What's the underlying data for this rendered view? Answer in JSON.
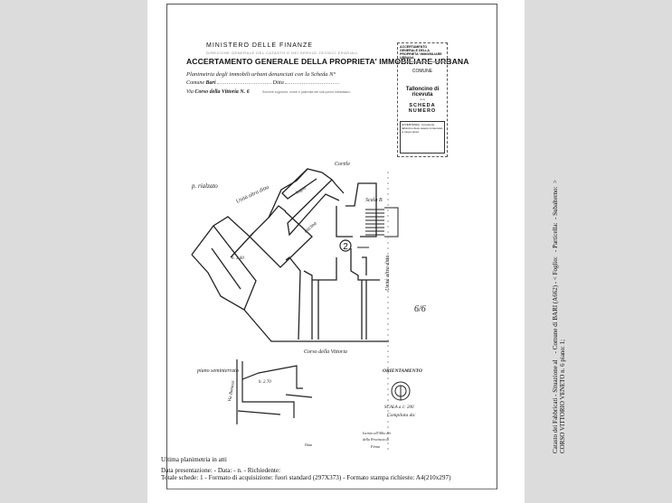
{
  "header": {
    "ministry": "MINISTERO DELLE FINANZE",
    "ministry_sub": "DIREZIONE GENERALE DEL CATASTO E DEI SERVIZI TECNICI ERARIALI",
    "title": "ACCERTAMENTO GENERALE DELLA PROPRIETA' IMMOBILIARE URBANA",
    "planimetry": "Planimetria degli immobili urbani denunciati con la Scheda N°",
    "comune_label": "Comune",
    "comune_value": "Bari",
    "ditta_label": "Ditta",
    "via_label": "Via",
    "via_value": "Corso della Vittoria N. 6",
    "note": "Scrivere cognome, nome e paternità del solo primo intestatario"
  },
  "stamp": {
    "title": "ACCERTAMENTO GENERALE DELLA PROPRIETA' IMMOBILIARE URBANA",
    "comune": "COMUNE",
    "receipt": "Talloncino di ricevuta",
    "della": "della",
    "scheda": "SCHEDA NUMERO",
    "warning": "AVVERTENZA - Il presente talloncino deve essere conservato in luogo sicuro"
  },
  "plan": {
    "floor": "p. rialzato",
    "cortile": "Cortile",
    "altra_ditta_1": "Unità altra ditta",
    "altra_ditta_2": "Unità altra ditta",
    "bagno": "bagno",
    "cucina": "cucina",
    "scala": "Scala B",
    "room_height": "h. 3.60",
    "unit_number": "2",
    "street": "Corso della Vittoria",
    "basement": "piano seminterrato",
    "basement_height": "h. 2.70",
    "side_street": "Via Bonazzi",
    "side_mark": "6/6",
    "orientation": "ORIENTAMENTO",
    "scale": "SCALA a 1: 200",
    "compiled": "Compilata da:",
    "iscritto": "Iscritto all'Albo dei",
    "provincia": "della Provincia di",
    "data": "Data",
    "firma": "Firma"
  },
  "footer": {
    "last_plan": "Ultima planimetria in atti",
    "line1": "Data presentazione:                 - Data:                 - n.                 - Richiedente:",
    "line2": "Totale schede: 1 - Formato di acquisizione: fuori standard (297X373) - Formato stampa richiesto: A4(210x297)"
  },
  "side": {
    "line1a": "Catasto dei Fabbricati - Situazione al",
    "line1b": "- Comune di BARI (A662) - < Foglio:",
    "line1c": "- Particella:",
    "line1d": "- Subalterno:",
    "line1e": ">",
    "line2": "CORSO VITTORIO VENETO n. 6 piano: 1;"
  }
}
